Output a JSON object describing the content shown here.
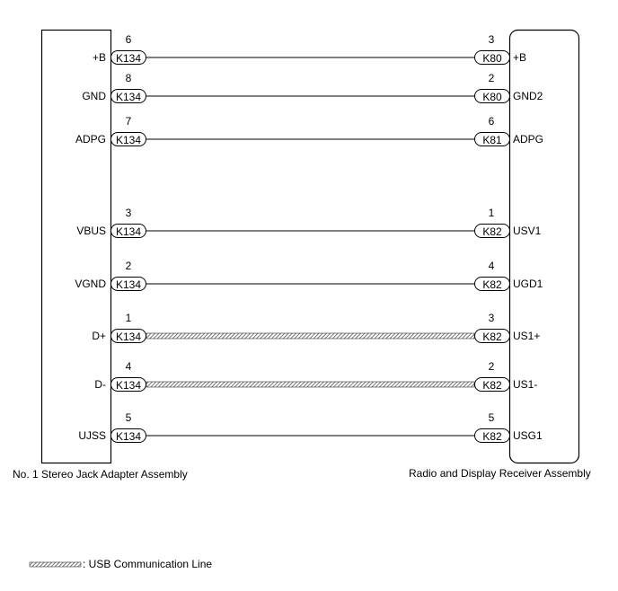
{
  "left_component": {
    "name": "No. 1 Stereo Jack Adapter Assembly"
  },
  "right_component": {
    "name": "Radio and Display Receiver Assembly"
  },
  "legend": {
    "label": ": USB Communication Line"
  },
  "wires": [
    {
      "left_signal": "+B",
      "left_pin": "6",
      "left_connector": "K134",
      "right_signal": "+B",
      "right_pin": "3",
      "right_connector": "K80",
      "usb": false
    },
    {
      "left_signal": "GND",
      "left_pin": "8",
      "left_connector": "K134",
      "right_signal": "GND2",
      "right_pin": "2",
      "right_connector": "K80",
      "usb": false
    },
    {
      "left_signal": "ADPG",
      "left_pin": "7",
      "left_connector": "K134",
      "right_signal": "ADPG",
      "right_pin": "6",
      "right_connector": "K81",
      "usb": false
    },
    {
      "left_signal": "VBUS",
      "left_pin": "3",
      "left_connector": "K134",
      "right_signal": "USV1",
      "right_pin": "1",
      "right_connector": "K82",
      "usb": false
    },
    {
      "left_signal": "VGND",
      "left_pin": "2",
      "left_connector": "K134",
      "right_signal": "UGD1",
      "right_pin": "4",
      "right_connector": "K82",
      "usb": false
    },
    {
      "left_signal": "D+",
      "left_pin": "1",
      "left_connector": "K134",
      "right_signal": "US1+",
      "right_pin": "3",
      "right_connector": "K82",
      "usb": true
    },
    {
      "left_signal": "D-",
      "left_pin": "4",
      "left_connector": "K134",
      "right_signal": "US1-",
      "right_pin": "2",
      "right_connector": "K82",
      "usb": true
    },
    {
      "left_signal": "UJSS",
      "left_pin": "5",
      "left_connector": "K134",
      "right_signal": "USG1",
      "right_pin": "5",
      "right_connector": "K82",
      "usb": false
    }
  ]
}
